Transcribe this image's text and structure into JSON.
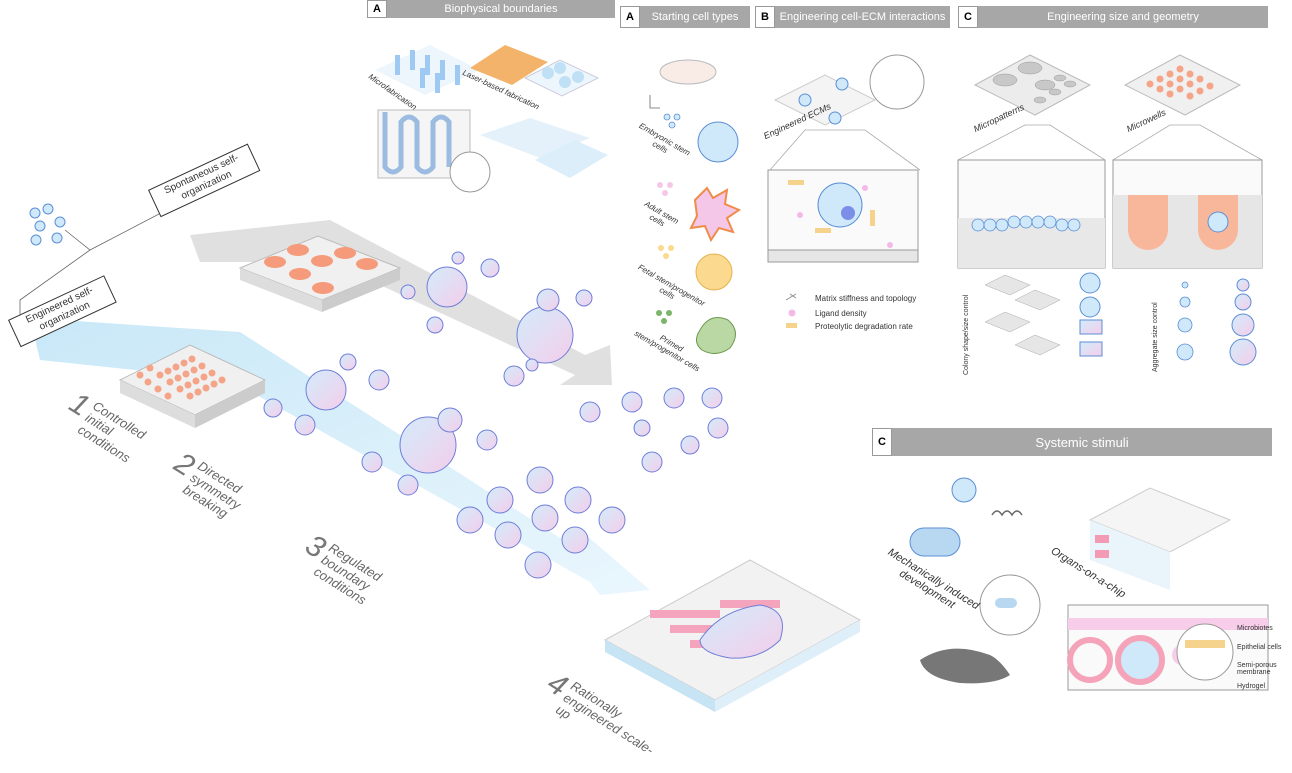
{
  "headers": {
    "biophysical": {
      "letter": "A",
      "title": "Biophysical boundaries"
    },
    "starting": {
      "letter": "A",
      "title": "Starting cell types"
    },
    "ecm": {
      "letter": "B",
      "title": "Engineering cell-ECM interactions"
    },
    "size": {
      "letter": "C",
      "title": "Engineering size and geometry"
    },
    "systemic": {
      "letter": "C",
      "title": "Systemic stimuli"
    }
  },
  "fabrication": {
    "micro": "Microfabrication",
    "laser": "Laser-based fabrication"
  },
  "organization": {
    "spontaneous": "Spontaneous self-organization",
    "engineered": "Engineered self-organization"
  },
  "steps": [
    {
      "num": "1",
      "text": "Controlled initial conditions"
    },
    {
      "num": "2",
      "text": "Directed symmetry breaking"
    },
    {
      "num": "3",
      "text": "Regulated boundary conditions"
    },
    {
      "num": "4",
      "text": "Rationally engineered scale-up"
    }
  ],
  "cell_types": [
    "Embryonic stem cells",
    "Adult stem cells",
    "Fetal stem/progenitor cells",
    "Primed stem/progenitor cells"
  ],
  "ecm": {
    "label": "Engineered ECMs",
    "legend": [
      "Matrix stiffness and topology",
      "Ligand density",
      "Proteolytic degradation rate"
    ]
  },
  "size": {
    "micropatterns": "Micropatterns",
    "microwells": "Microwells",
    "colony_control": "Colony shape/size control",
    "aggregate_control": "Aggregate size control"
  },
  "systemic": {
    "mech": "Mechanically induced development",
    "organs": "Organs-on-a-chip",
    "layers": [
      "Microbiotes",
      "Epithelial cells",
      "Semi-porous membrane",
      "Hydrogel"
    ]
  },
  "colors": {
    "header_bar": "#a7a7a7",
    "cell_blue": "#c9e6f7",
    "cell_pink": "#f2c9e8",
    "orange": "#f3a98a",
    "arrow_blue": "#cdeaf8",
    "arrow_gray": "#d8d8d8"
  }
}
